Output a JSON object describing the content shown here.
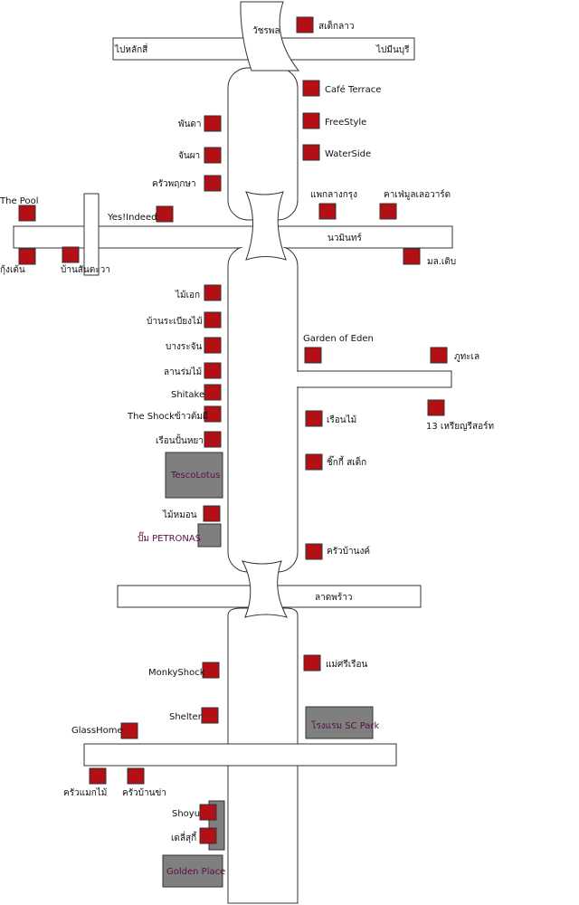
{
  "roads": {
    "top_overpass": "วัชรพล",
    "top_left_dir": "ไปหลักสี่",
    "top_right_dir": "ไปมีนบุรี",
    "cross_road_1": "นวมินทร์",
    "cross_road_2": "ลาดพร้าว"
  },
  "places": {
    "sadek_lao": "สเต็กลาว",
    "cafe_terrace": "Café Terrace",
    "freestyle": "FreeStyle",
    "waterside": "WaterSide",
    "phanda": "พันดา",
    "janpha": "จันผา",
    "khrua_pruksa": "ครัวพฤกษา",
    "the_pool": "The Pool",
    "yes_indeed": "Yes!Indeed",
    "phae_klangkrung": "แพกลางกรุง",
    "cafe_mule": "คาเฟ่มูลเลอวาร์ด",
    "kung_ten": "กุ้งเต้น",
    "baan_santawa": "บ้านสันตะวา",
    "mon_dip": "มล.เดิบ",
    "mai_ek": "ไม้เอก",
    "baan_rabiang_mai": "บ้านระเบียงไม้",
    "bang_rachan": "บางระจัน",
    "lan_rom_mai": "ลานร่มไม้",
    "shitake": "Shitake",
    "the_shock": "The Shockข้าวต้มผี",
    "ruean_pan_ya": "เรือนปั้นหยา",
    "tesco": "TescoLotus",
    "mai_hom": "ไม้หมอน",
    "petronas": "ปั๊ม PETRONAS",
    "garden_of_eden": "Garden of Eden",
    "phu_talay": "ภูทะเล",
    "resort_13": "13 เหรียญรีสอร์ท",
    "ruean_mai": "เรือนไม้",
    "chikki_steak": "ชิ๊กกี้ สเต็ก",
    "khrua_ban_nong": "ครัวบ้านงค์",
    "mae_sri_ruean": "แม่ศรีเรือน",
    "monky_shock": "MonkyShock",
    "shelter": "Shelter",
    "glass_home": "GlassHome",
    "sc_park": "โรงแรม SC Park",
    "khrua_maek_mai": "ครัวแมกไม้",
    "khrua_ban_kha": "ครัวบ้านข่า",
    "shoyu": "Shoyu",
    "dali_sugi": "เดลี่สุกี้",
    "golden_place": "Golden Place"
  },
  "colors": {
    "marker": "#b40f15",
    "building": "#7f7f7f",
    "building_label": "#5a1040",
    "road_fill": "#ffffff",
    "road_stroke": "#333333"
  },
  "icons": {
    "restaurant_marker": "red-square-icon",
    "building_marker": "gray-rect-icon"
  }
}
